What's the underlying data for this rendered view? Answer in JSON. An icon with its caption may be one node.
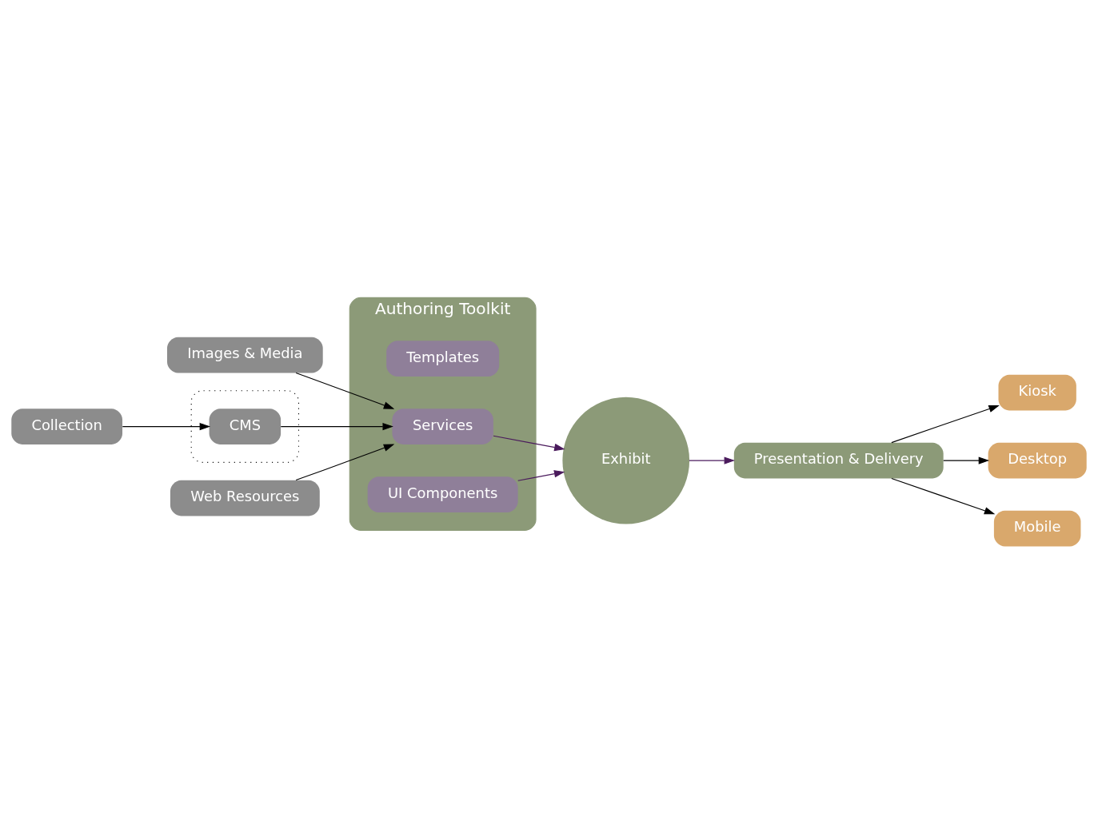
{
  "diagram": {
    "nodes": [
      {
        "text": [
          "Images & Media"
        ]
      },
      {
        "text": [
          "Authoring Toolkit"
        ]
      },
      {
        "text": [
          "Templates"
        ],
        "in": 1
      },
      {
        "text": [],
        "shape": "box"
      },
      {
        "text": [
          "Collection"
        ]
      },
      {
        "text": [
          "CMS"
        ],
        "in": 3
      },
      {
        "text": [
          "Services"
        ],
        "in": 1
      },
      {
        "text": [
          "UI Components"
        ],
        "in": 1
      },
      {
        "text": [
          "Web Resources"
        ]
      },
      {
        "text": [
          "Exhibit"
        ]
      },
      {
        "text": [
          "Presentation & Delivery"
        ]
      },
      {
        "text": [
          "Kiosk"
        ]
      },
      {
        "text": [
          "Desktop"
        ]
      },
      {
        "text": [
          "Mobile"
        ]
      }
    ],
    "edges": [
      {
        "from": 0,
        "to": 6,
        "arrow": "to"
      },
      {
        "from": 4,
        "to": 5,
        "arrow": "to"
      },
      {
        "from": 5,
        "to": 6,
        "arrow": "to"
      },
      {
        "from": 8,
        "to": 6,
        "arrow": "to"
      },
      {
        "from": 6,
        "to": 9,
        "arrow": "to",
        "color": "#4a1a5c"
      },
      {
        "from": 7,
        "to": 9,
        "arrow": "to",
        "color": "#4a1a5c"
      },
      {
        "from": 9,
        "to": 10,
        "arrow": "to",
        "color": "#4a1a5c"
      },
      {
        "from": 10,
        "to": 11,
        "arrow": "to"
      },
      {
        "from": 10,
        "to": 13,
        "arrow": "to"
      },
      {
        "from": 10,
        "to": 12,
        "arrow": "to"
      }
    ]
  }
}
